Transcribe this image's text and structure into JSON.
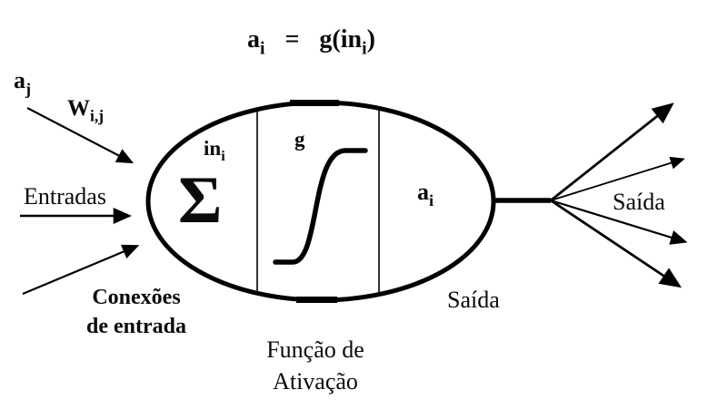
{
  "colors": {
    "ink": "#000000",
    "background": "#ffffff"
  },
  "formula": {
    "lhs_base": "a",
    "lhs_sub": "i",
    "equals": "=",
    "rhs_open": "g(in",
    "rhs_sub": "i",
    "rhs_close": ")"
  },
  "inputs": {
    "activation_base": "a",
    "activation_sub": "j",
    "weight_base": "W",
    "weight_sub": "i,j",
    "entradas_label": "Entradas",
    "conexoes_line1": "Conexões",
    "conexoes_line2": "de entrada"
  },
  "neuron": {
    "sum_symbol": "Σ",
    "sum_label_base": "in",
    "sum_label_sub": "i",
    "activation_function_label": "g",
    "output_base": "a",
    "output_sub": "i",
    "saida_bottom_label": "Saída",
    "funcao_line1": "Função de",
    "funcao_line2": "Ativação"
  },
  "outputs": {
    "saida_label": "Saída"
  }
}
